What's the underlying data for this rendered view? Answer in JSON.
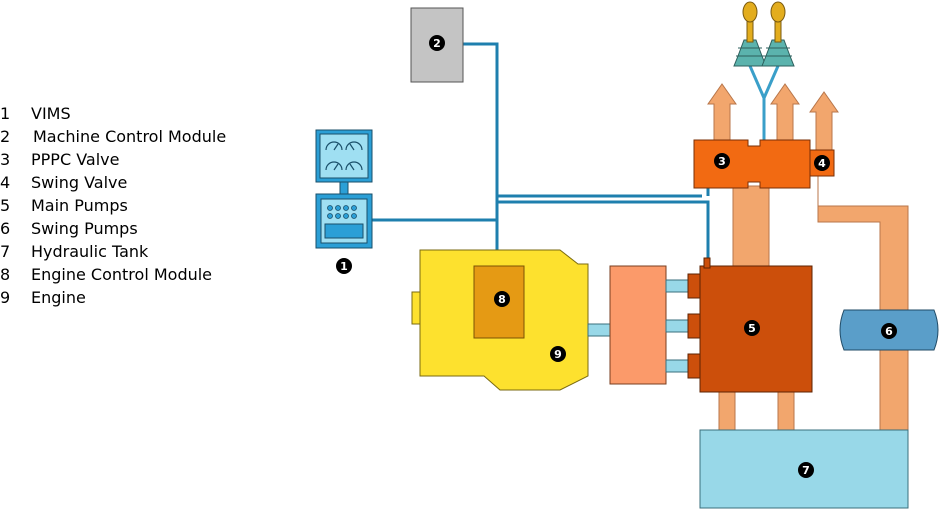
{
  "legend": [
    {
      "number": "1",
      "label": "VIMS"
    },
    {
      "number": "2",
      "label": "Machine Control Module"
    },
    {
      "number": "3",
      "label": "PPPC Valve"
    },
    {
      "number": "4",
      "label": "Swing Valve"
    },
    {
      "number": "5",
      "label": "Main Pumps"
    },
    {
      "number": "6",
      "label": "Swing Pumps"
    },
    {
      "number": "7",
      "label": "Hydraulic Tank"
    },
    {
      "number": "8",
      "label": "Engine Control Module"
    },
    {
      "number": "9",
      "label": "Engine"
    }
  ],
  "badges": {
    "vims": "1",
    "machine_control_module": "2",
    "pppc_valve": "3",
    "swing_valve": "4",
    "main_pumps": "5",
    "swing_pumps": "6",
    "hydraulic_tank": "7",
    "engine_control_module": "8",
    "engine": "9"
  },
  "colors": {
    "electric_line": "#2a8fc0",
    "hydraulic_line": "#f2a66d",
    "machine_control_module": "#c4c4c4",
    "vims": "#2b9fd6",
    "pppc_valve": "#f26a12",
    "main_pumps": "#cc4f0b",
    "engine": "#fde12e",
    "engine_control_module": "#e59a14",
    "coupler": "#fb9a6a",
    "swing_pumps": "#5a9ec9",
    "hydraulic_tank": "#98d8e8",
    "joystick_knob": "#e3ad1e",
    "joystick_boot": "#5bb3ad"
  }
}
